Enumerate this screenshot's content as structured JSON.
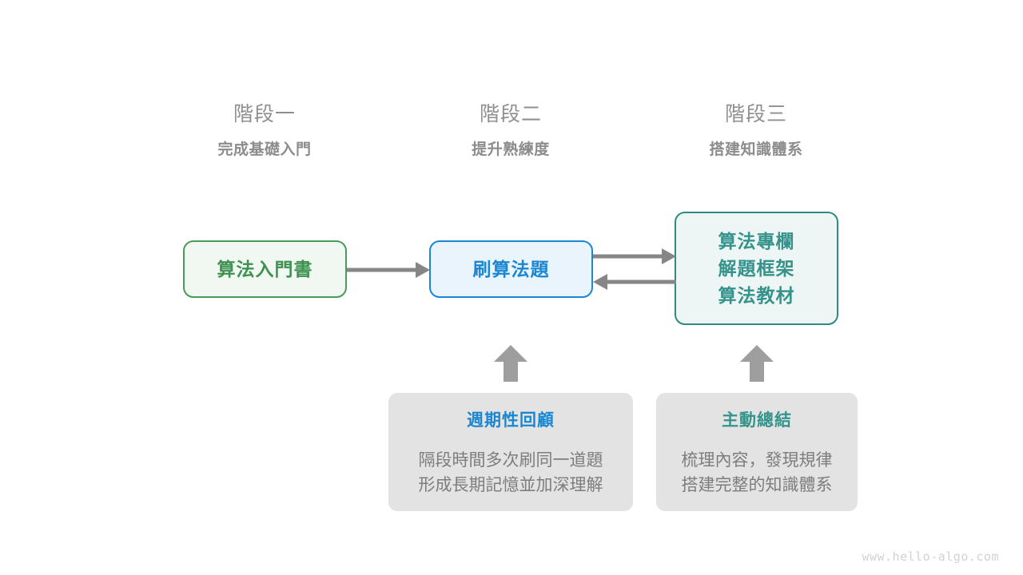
{
  "stages": [
    {
      "title": "階段一",
      "subtitle": "完成基礎入門"
    },
    {
      "title": "階段二",
      "subtitle": "提升熟練度"
    },
    {
      "title": "階段三",
      "subtitle": "搭建知識體系"
    }
  ],
  "nodes": {
    "intro_book": {
      "label": "算法入門書",
      "color": "#3f9153"
    },
    "practice": {
      "label": "刷算法題",
      "color": "#1b87d2"
    },
    "resources": {
      "lines": [
        "算法專欄",
        "解題框架",
        "算法教材"
      ],
      "color": "#35938c"
    }
  },
  "notes": [
    {
      "title": "週期性回顧",
      "title_color": "#1b87d2",
      "body_line1": "隔段時間多次刷同一道題",
      "body_line2": "形成長期記憶並加深理解"
    },
    {
      "title": "主動總結",
      "title_color": "#35938c",
      "body_line1": "梳理內容，發現規律",
      "body_line2": "搭建完整的知識體系"
    }
  ],
  "arrows": {
    "color": "#868686",
    "book_to_practice": "arrow-right",
    "practice_to_resources": "arrow-right",
    "resources_to_practice": "arrow-left",
    "note1_to_practice": "arrow-up",
    "note2_to_resources": "arrow-up"
  },
  "watermark": "www.hello-algo.com"
}
